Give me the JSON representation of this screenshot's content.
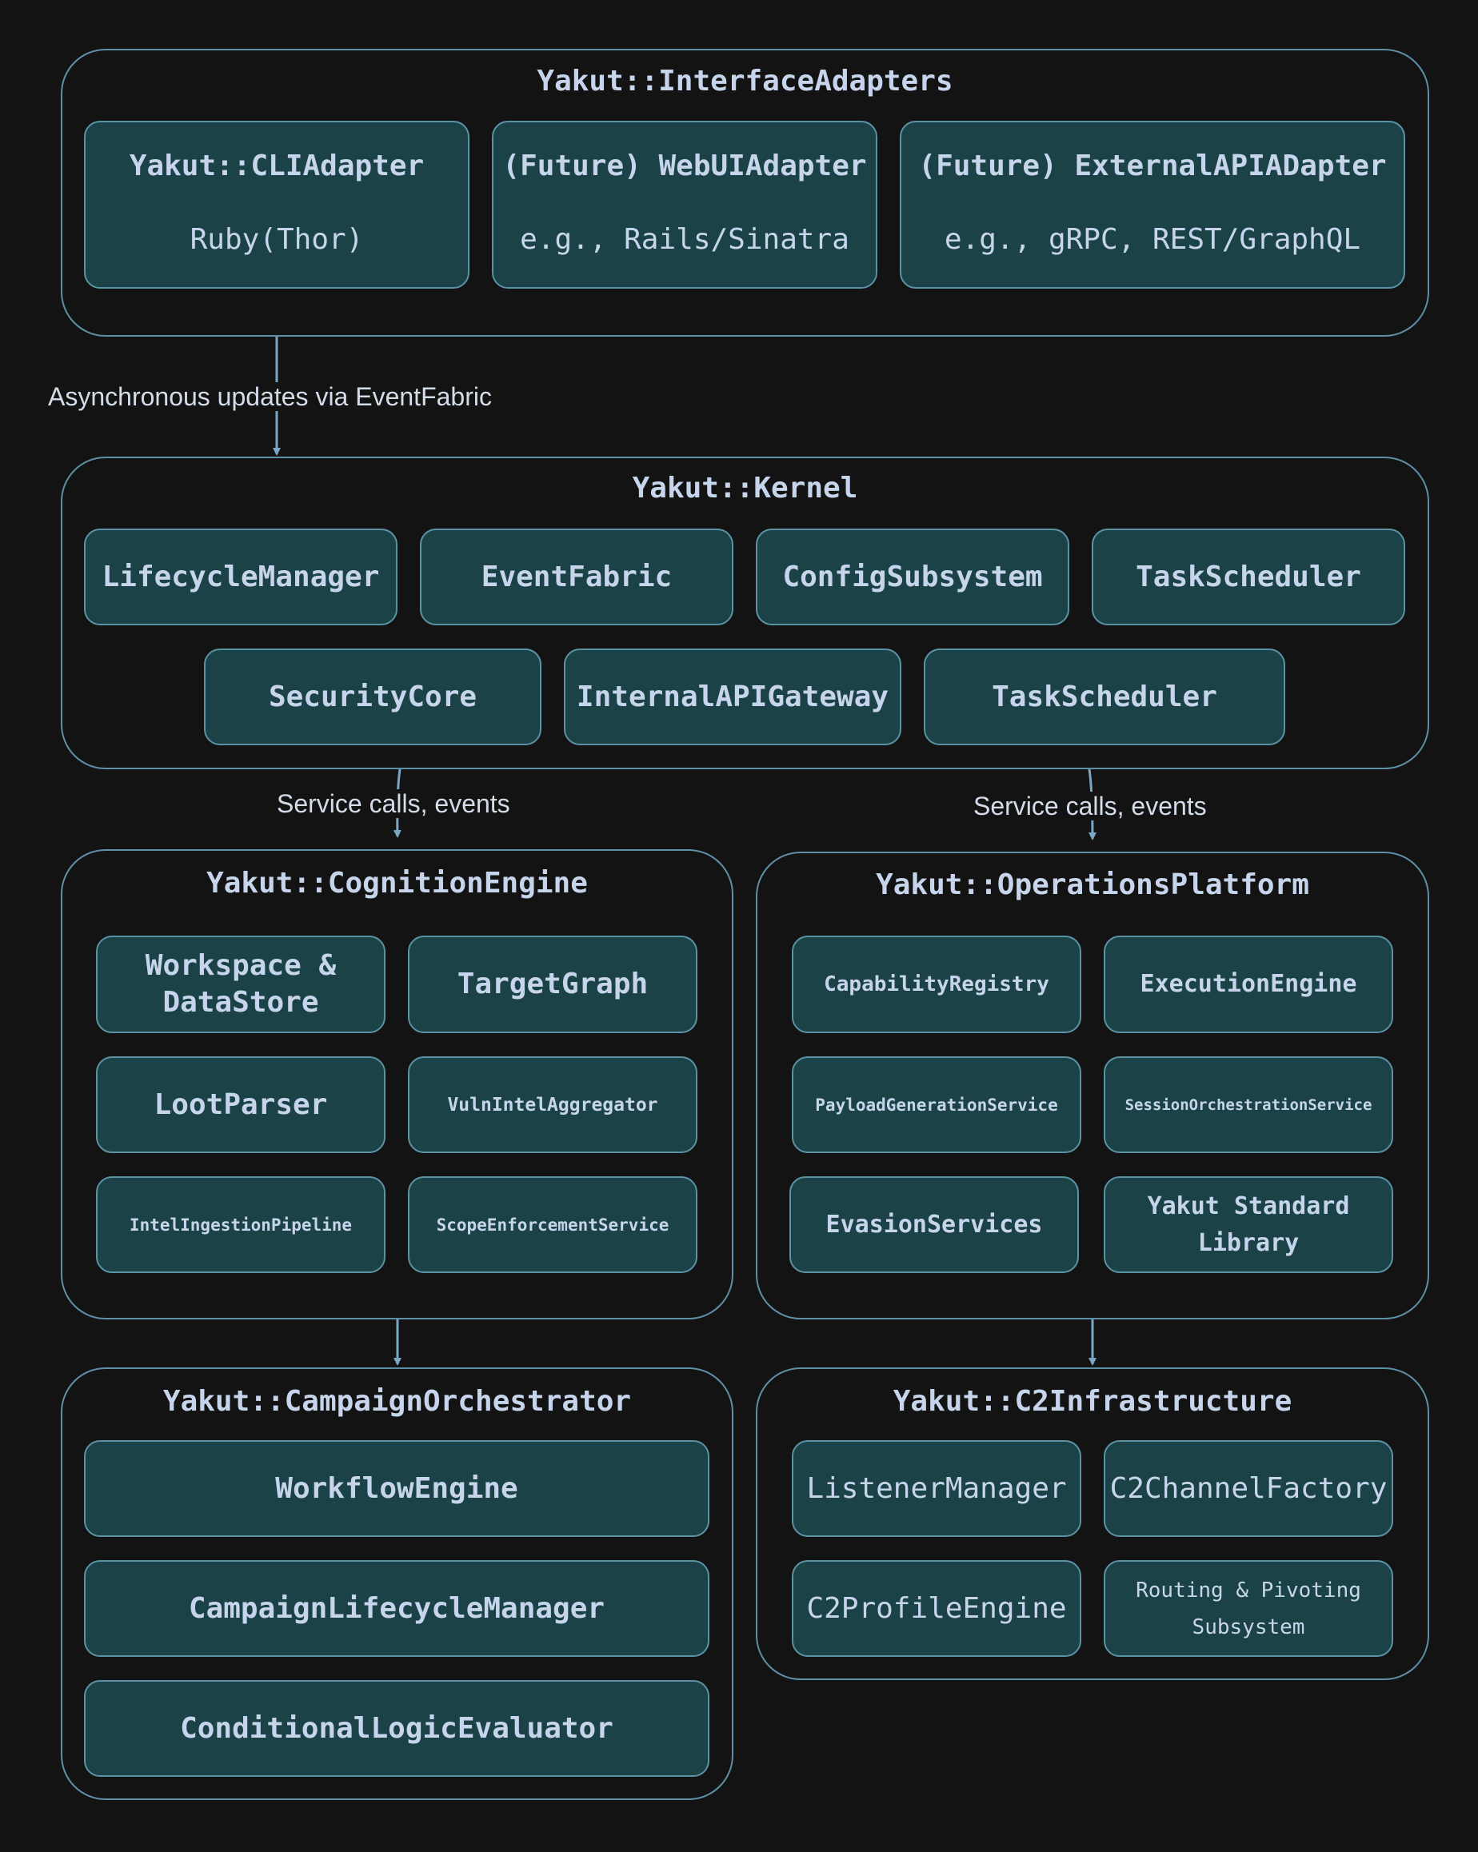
{
  "groups": {
    "interface_adapters": {
      "title": "Yakut::InterfaceAdapters",
      "nodes": [
        {
          "title": "Yakut::CLIAdapter",
          "subtitle": "Ruby(Thor)"
        },
        {
          "title": "(Future) WebUIAdapter",
          "subtitle": "e.g., Rails/Sinatra"
        },
        {
          "title": "(Future) ExternalAPIADapter",
          "subtitle": "e.g., gRPC, REST/GraphQL"
        }
      ]
    },
    "kernel": {
      "title": "Yakut::Kernel",
      "nodes": [
        "LifecycleManager",
        "EventFabric",
        "ConfigSubsystem",
        "TaskScheduler",
        "SecurityCore",
        "InternalAPIGateway",
        "TaskScheduler"
      ]
    },
    "cognition_engine": {
      "title": "Yakut::CognitionEngine",
      "nodes": [
        "Workspace & DataStore",
        "TargetGraph",
        "LootParser",
        "VulnIntelAggregator",
        "IntelIngestionPipeline",
        "ScopeEnforcementService"
      ]
    },
    "operations_platform": {
      "title": "Yakut::OperationsPlatform",
      "nodes": [
        "CapabilityRegistry",
        "ExecutionEngine",
        "PayloadGenerationService",
        "SessionOrchestrationService",
        "EvasionServices",
        "Yakut Standard Library"
      ]
    },
    "campaign_orchestrator": {
      "title": "Yakut::CampaignOrchestrator",
      "nodes": [
        "WorkflowEngine",
        "CampaignLifecycleManager",
        "ConditionalLogicEvaluator"
      ]
    },
    "c2_infrastructure": {
      "title": "Yakut::C2Infrastructure",
      "nodes": [
        "ListenerManager",
        "C2ChannelFactory",
        "C2ProfileEngine",
        "Routing & Pivoting Subsystem"
      ]
    }
  },
  "edge_labels": {
    "adapters_kernel": "Asynchronous updates via EventFabric",
    "kernel_cognition": "Service calls, events",
    "kernel_operations": "Service calls, events"
  },
  "colors": {
    "background": "#131313",
    "group_border": "#5f8fa6",
    "node_fill": "#1b4246",
    "node_border": "#5b93a5",
    "text": "#c7d5ec",
    "edge": "#7aa7c4"
  }
}
